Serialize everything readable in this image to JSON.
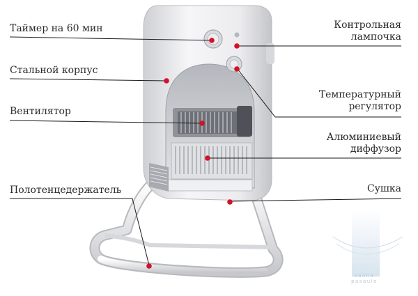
{
  "labels": {
    "timer": "Таймер на 60 мин",
    "body": "Стальной корпус",
    "fan": "Вентилятор",
    "towel_holder": "Полотенцедержатель",
    "lamp_line1": "Контрольная",
    "lamp_line2": "лампочка",
    "temp_line1": "Температурный",
    "temp_line2": "регулятор",
    "diffuser_line1": "Алюминиевый",
    "diffuser_line2": "диффузор",
    "dryer": "Сушка"
  },
  "watermark": {
    "line1": "vanna",
    "line2": "pasaule"
  },
  "colors": {
    "marker": "#d3112a",
    "leader": "#1a1a1a",
    "text": "#2a2a2a",
    "body": "#f2f2f4"
  }
}
